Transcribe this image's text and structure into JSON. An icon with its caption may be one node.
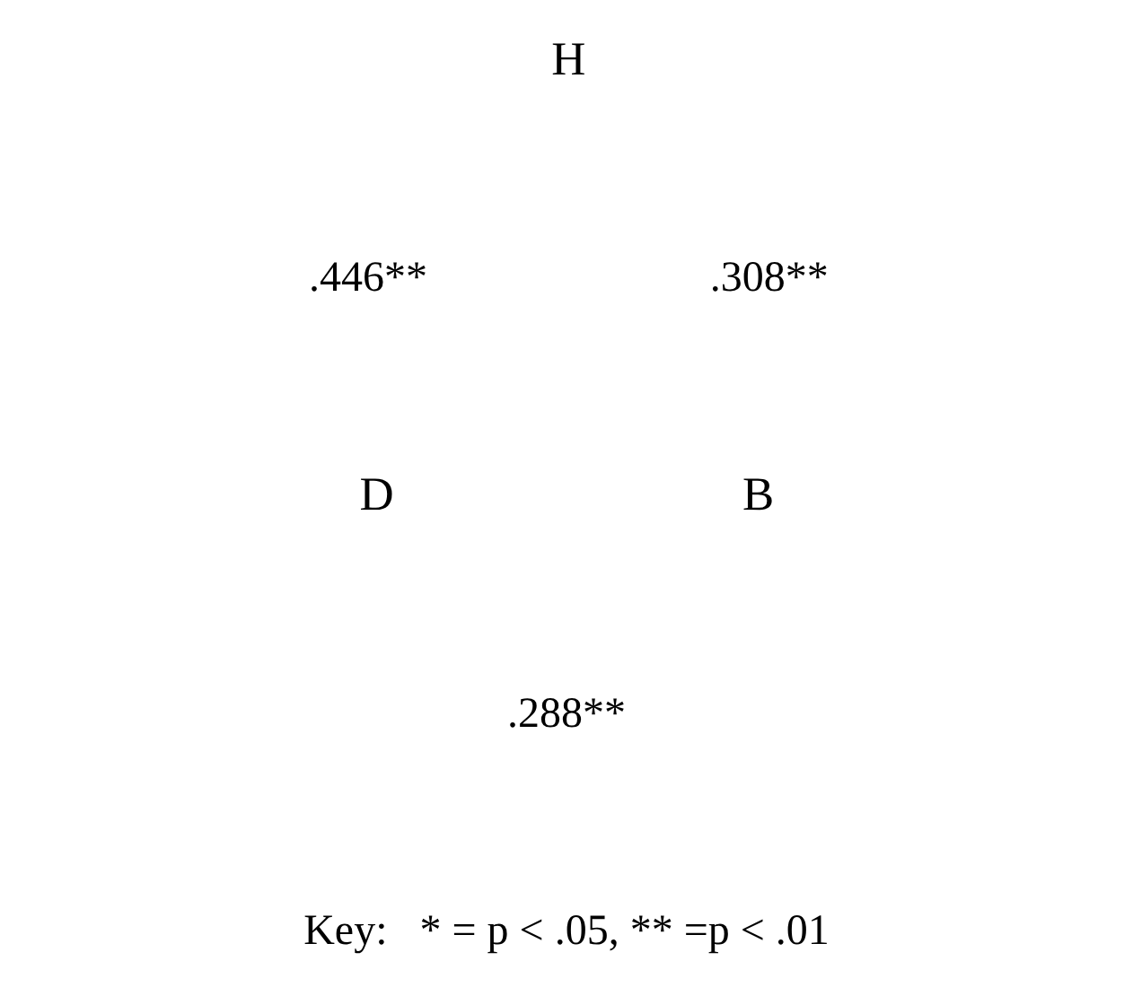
{
  "diagram": {
    "nodes": [
      {
        "text": [
          "H"
        ]
      },
      {
        "text": [
          "D"
        ]
      },
      {
        "text": [
          "B"
        ]
      }
    ],
    "labels": [
      ".446**",
      ".308**",
      ".288**",
      "Key:   * = p < .05, ** =p < .01"
    ]
  }
}
